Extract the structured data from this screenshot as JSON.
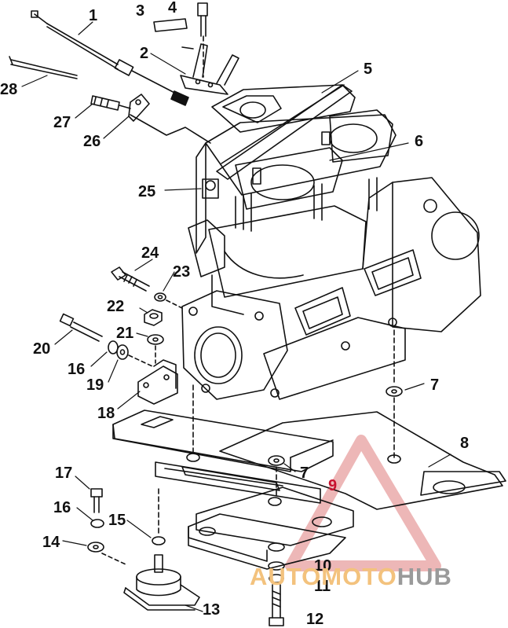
{
  "labels": {
    "l1": "1",
    "l2": "2",
    "l3": "3",
    "l4": "4",
    "l5": "5",
    "l6": "6",
    "l7a": "7",
    "l7b": "7",
    "l8": "8",
    "l9": "9",
    "l10": "10",
    "l11": "11",
    "l12": "12",
    "l13": "13",
    "l14": "14",
    "l15": "15",
    "l16a": "16",
    "l16b": "16",
    "l17": "17",
    "l18": "18",
    "l19": "19",
    "l20": "20",
    "l21": "21",
    "l22": "22",
    "l23": "23",
    "l24": "24",
    "l25": "25",
    "l26": "26",
    "l27": "27",
    "l28": "28"
  },
  "watermark": {
    "part_a": "AUTOMOTO",
    "part_b": "HUB"
  },
  "colors": {
    "line": "#111111",
    "watermark_red": "#c8102e",
    "watermark_text": "#f3c27d",
    "watermark_gray": "#9a9a9a"
  }
}
